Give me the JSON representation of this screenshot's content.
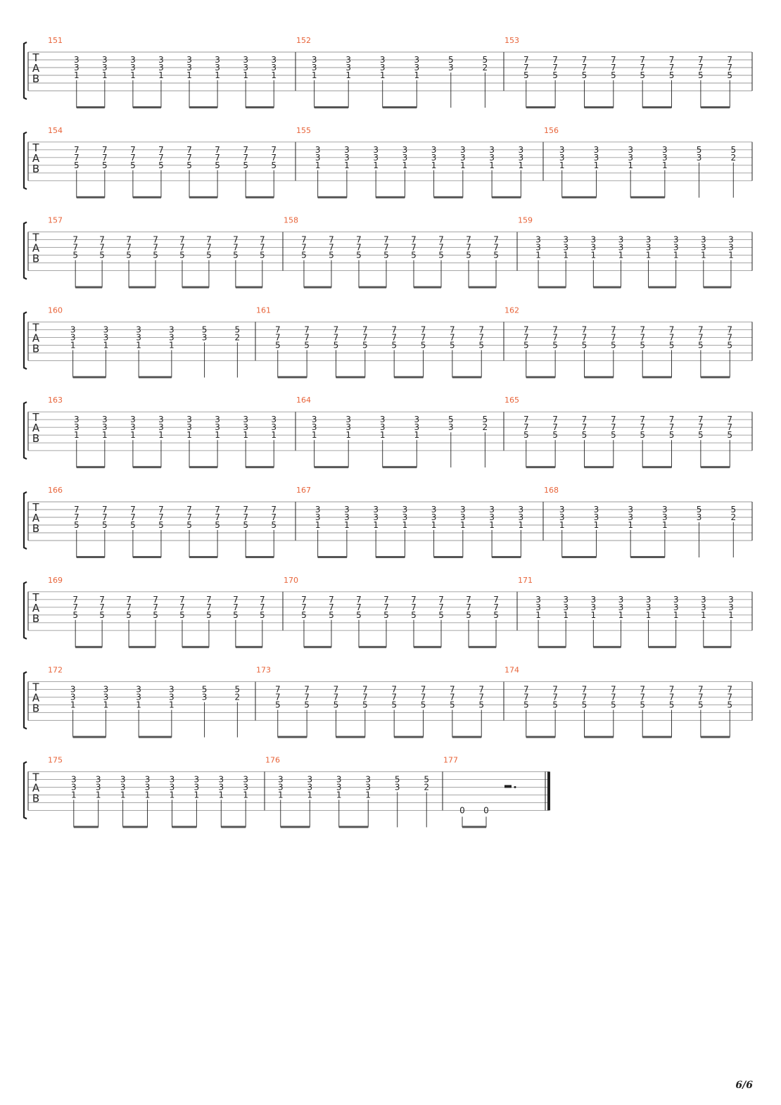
{
  "tab_label": [
    "T",
    "A",
    "B"
  ],
  "colors": {
    "measure_number": "#e8643a",
    "ink": "#222222",
    "staff_line": "#9a9a9a"
  },
  "page_number": "6/6",
  "systems": [
    {
      "measures": [
        {
          "number": "151",
          "pattern": "A"
        },
        {
          "number": "152",
          "pattern": "B"
        },
        {
          "number": "153",
          "pattern": "C"
        }
      ]
    },
    {
      "measures": [
        {
          "number": "154",
          "pattern": "C"
        },
        {
          "number": "155",
          "pattern": "A"
        },
        {
          "number": "156",
          "pattern": "B"
        }
      ]
    },
    {
      "measures": [
        {
          "number": "157",
          "pattern": "C"
        },
        {
          "number": "158",
          "pattern": "C"
        },
        {
          "number": "159",
          "pattern": "A"
        }
      ]
    },
    {
      "measures": [
        {
          "number": "160",
          "pattern": "B"
        },
        {
          "number": "161",
          "pattern": "C"
        },
        {
          "number": "162",
          "pattern": "C"
        }
      ]
    },
    {
      "measures": [
        {
          "number": "163",
          "pattern": "A"
        },
        {
          "number": "164",
          "pattern": "B"
        },
        {
          "number": "165",
          "pattern": "C"
        }
      ]
    },
    {
      "measures": [
        {
          "number": "166",
          "pattern": "C"
        },
        {
          "number": "167",
          "pattern": "A"
        },
        {
          "number": "168",
          "pattern": "B"
        }
      ]
    },
    {
      "measures": [
        {
          "number": "169",
          "pattern": "C"
        },
        {
          "number": "170",
          "pattern": "C"
        },
        {
          "number": "171",
          "pattern": "A"
        }
      ]
    },
    {
      "measures": [
        {
          "number": "172",
          "pattern": "B"
        },
        {
          "number": "173",
          "pattern": "C"
        },
        {
          "number": "174",
          "pattern": "C"
        }
      ]
    },
    {
      "measures": [
        {
          "number": "175",
          "pattern": "A"
        },
        {
          "number": "176",
          "pattern": "B"
        },
        {
          "number": "177",
          "pattern": "END"
        }
      ]
    }
  ],
  "patterns": {
    "A": {
      "beats": [
        {
          "frets": [
            "3",
            "3",
            "1"
          ]
        },
        {
          "frets": [
            "3",
            "3",
            "1"
          ]
        },
        {
          "frets": [
            "3",
            "3",
            "1"
          ]
        },
        {
          "frets": [
            "3",
            "3",
            "1"
          ]
        },
        {
          "frets": [
            "3",
            "3",
            "1"
          ]
        },
        {
          "frets": [
            "3",
            "3",
            "1"
          ]
        },
        {
          "frets": [
            "3",
            "3",
            "1"
          ]
        },
        {
          "frets": [
            "3",
            "3",
            "1"
          ]
        }
      ],
      "beam_groups": [
        [
          0,
          1
        ],
        [
          2,
          3
        ],
        [
          4,
          5
        ],
        [
          6,
          7
        ]
      ]
    },
    "B": {
      "beats": [
        {
          "frets": [
            "3",
            "3",
            "1"
          ]
        },
        {
          "frets": [
            "3",
            "3",
            "1"
          ]
        },
        {
          "frets": [
            "3",
            "3",
            "1"
          ]
        },
        {
          "frets": [
            "3",
            "3",
            "1"
          ]
        },
        {
          "frets": [
            "5",
            "3",
            ""
          ]
        },
        {
          "frets": [
            "5",
            "2",
            ""
          ]
        }
      ],
      "beam_groups": [
        [
          0,
          1
        ],
        [
          2,
          3
        ],
        [
          4
        ],
        [
          5
        ]
      ]
    },
    "C": {
      "beats": [
        {
          "frets": [
            "7",
            "7",
            "5"
          ]
        },
        {
          "frets": [
            "7",
            "7",
            "5"
          ]
        },
        {
          "frets": [
            "7",
            "7",
            "5"
          ]
        },
        {
          "frets": [
            "7",
            "7",
            "5"
          ]
        },
        {
          "frets": [
            "7",
            "7",
            "5"
          ]
        },
        {
          "frets": [
            "7",
            "7",
            "5"
          ]
        },
        {
          "frets": [
            "7",
            "7",
            "5"
          ]
        },
        {
          "frets": [
            "7",
            "7",
            "5"
          ]
        }
      ],
      "beam_groups": [
        [
          0,
          1
        ],
        [
          2,
          3
        ],
        [
          4,
          5
        ],
        [
          6,
          7
        ]
      ]
    },
    "END": {
      "beats": [
        {
          "low_e": "0"
        },
        {
          "low_e": "0"
        }
      ],
      "beam_groups": [
        [
          0,
          1
        ]
      ],
      "rest": "dotted-half-rest",
      "final_barline": true
    }
  }
}
